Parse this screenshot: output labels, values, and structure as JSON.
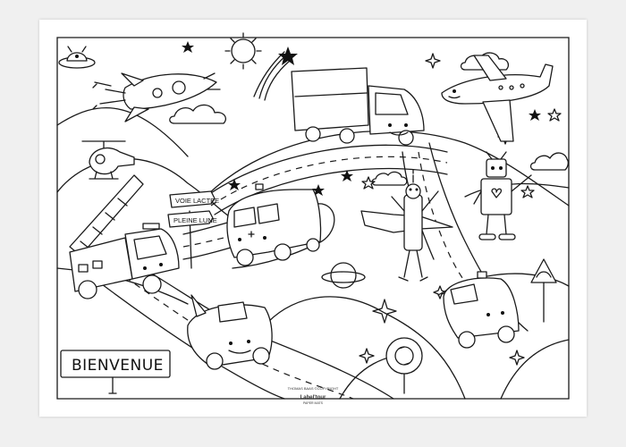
{
  "signs": {
    "direction_top": "VOIE LACTEE",
    "direction_bottom": "PLEINE LUNE",
    "welcome": "BIENVENUE"
  },
  "credits": {
    "artist": "THOMAS BAAS ©COPYRIGHT",
    "brand": "Label'tour",
    "brand_sub": "PAPER MATS"
  },
  "colors": {
    "page_background": "#f0f0f0",
    "poster": "#ffffff",
    "line": "#1a1a1a"
  }
}
